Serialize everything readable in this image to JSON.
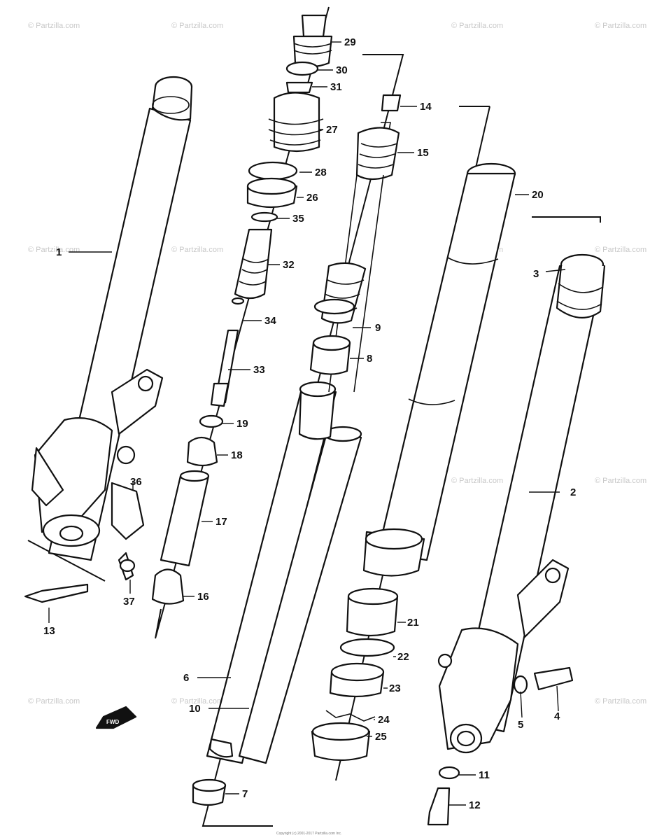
{
  "watermark": "© Partzilla.com",
  "fwd_label": "FWD",
  "callouts": [
    "1",
    "2",
    "3",
    "4",
    "5",
    "6",
    "7",
    "8",
    "9",
    "10",
    "11",
    "12",
    "13",
    "14",
    "15",
    "16",
    "17",
    "18",
    "19",
    "20",
    "21",
    "22",
    "23",
    "24",
    "25",
    "26",
    "27",
    "28",
    "29",
    "30",
    "31",
    "32",
    "33",
    "34",
    "35",
    "36",
    "37"
  ],
  "copyright": "Copyright (c) 2001-2017 Partzilla.com Inc."
}
